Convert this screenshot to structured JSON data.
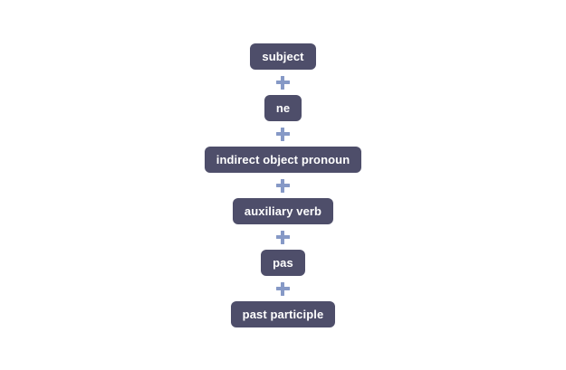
{
  "diagram": {
    "type": "vertical-formula-stack",
    "background_color": "#ffffff",
    "pill_color": "#4e4e6a",
    "pill_text_color": "#ffffff",
    "operator_color": "#8699c6",
    "operator_symbol": "+",
    "terms": [
      {
        "label": "subject"
      },
      {
        "label": "ne"
      },
      {
        "label": "indirect object pronoun"
      },
      {
        "label": "auxiliary verb"
      },
      {
        "label": "pas"
      },
      {
        "label": "past participle"
      }
    ]
  }
}
